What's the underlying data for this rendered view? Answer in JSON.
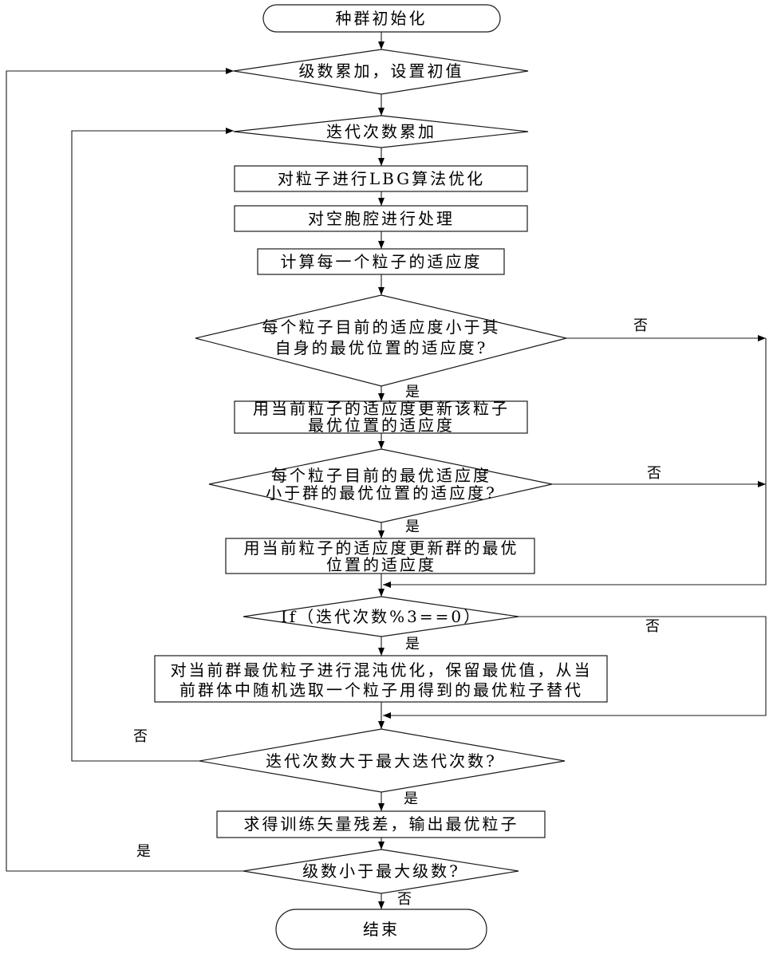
{
  "flowchart": {
    "start": {
      "text": "种群初始化"
    },
    "level_accumulate": {
      "text": "级数累加，设置初值"
    },
    "iteration_accumulate": {
      "text": "迭代次数累加"
    },
    "lbg_optimize": {
      "text": "对粒子进行LBG算法优化"
    },
    "empty_cell_process": {
      "text": "对空胞腔进行处理"
    },
    "compute_fitness": {
      "text": "计算每一个粒子的适应度"
    },
    "personal_best_check": {
      "lines": [
        "每个粒子目前的适应度小于其",
        "自身的最优位置的适应度?"
      ],
      "yes": "是",
      "no": "否"
    },
    "personal_best_update": {
      "lines": [
        "用当前粒子的适应度更新该粒子",
        "最优位置的适应度"
      ]
    },
    "global_best_check": {
      "lines": [
        "每个粒子目前的最优适应度",
        "小于群的最优位置的适应度?"
      ],
      "yes": "是",
      "no": "否"
    },
    "global_best_update": {
      "lines": [
        "用当前粒子的适应度更新群的最优",
        "位置的适应度"
      ]
    },
    "chaos_check": {
      "text": "If（迭代次数%3==0）",
      "yes": "是",
      "no": "否"
    },
    "chaos_optimize": {
      "lines": [
        "对当前群最优粒子进行混沌优化，保留最优值，从当",
        "前群体中随机选取一个粒子用得到的最优粒子替代"
      ]
    },
    "max_iteration_check": {
      "text": "迭代次数大于最大迭代次数?",
      "yes": "是",
      "no": "否"
    },
    "output_result": {
      "text": "求得训练矢量残差，输出最优粒子"
    },
    "max_level_check": {
      "text": "级数小于最大级数?",
      "yes": "是",
      "no": "否"
    },
    "end": {
      "text": "结束"
    }
  }
}
